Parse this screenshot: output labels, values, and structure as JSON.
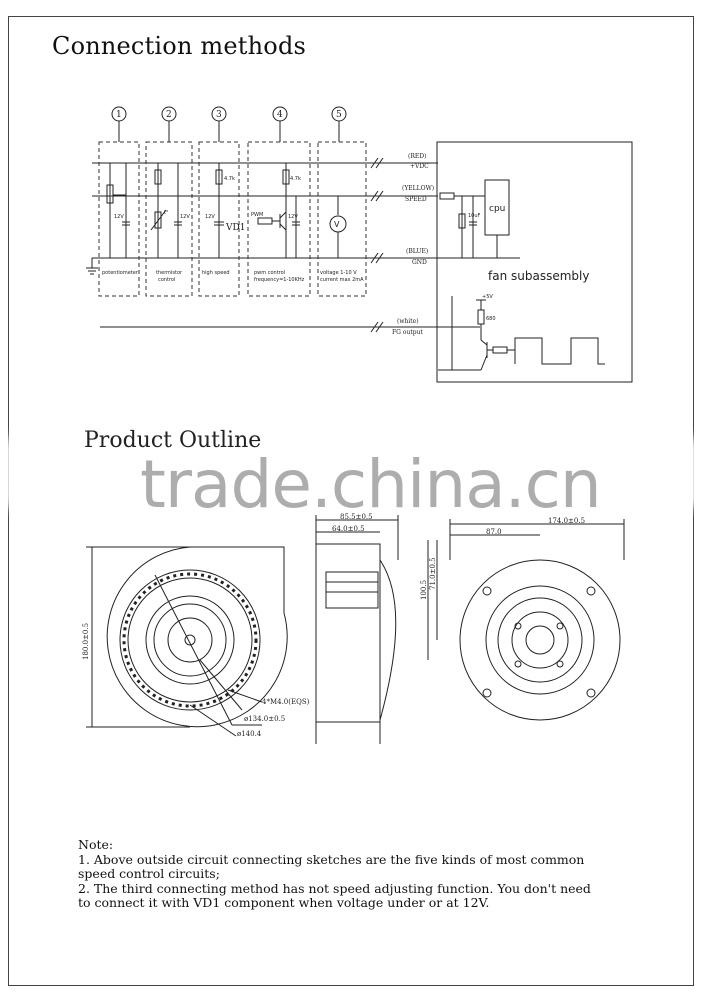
{
  "title": "Connection methods",
  "outline_title": "Product Outline",
  "watermark": "trade.china.cn",
  "circuit": {
    "circle_numbers": [
      "1",
      "2",
      "3",
      "4",
      "5"
    ],
    "box_labels": [
      [
        "potentiometer"
      ],
      [
        "thermistor",
        "control"
      ],
      [
        "high speed"
      ],
      [
        "pwm control",
        "frequency=1-10KHz"
      ],
      [
        "voltage 1-10 V",
        "current max 2mA"
      ]
    ],
    "components": {
      "r_4k7": "4.7k",
      "v12": "12V",
      "vd1": "VD1",
      "pwm": "PWM",
      "temp_sym": "t°",
      "v_meter": "V",
      "cap": "10uF",
      "plus5v": "+5V",
      "r680": "680"
    },
    "wires": [
      {
        "name": "(RED)",
        "signal": "+VDC"
      },
      {
        "name": "(YELLOW)",
        "signal": "SPEED"
      },
      {
        "name": "(BLUE)",
        "signal": "GND"
      },
      {
        "name": "(white)",
        "signal": "FG output"
      }
    ],
    "cpu_label": "cpu",
    "fan_label": "fan subassembly"
  },
  "dimensions": {
    "front_height": "180.0±0.5",
    "holes": "4*M4.0(EQS)",
    "d1": "ø134.0±0.5",
    "d2": "ø140.4",
    "side_w1": "85.5±0.5",
    "side_w2": "64.0±0.5",
    "back_w1": "174.0±0.5",
    "back_w2": "87.0",
    "back_h1": "71.0±0.5",
    "back_h2": "100.5"
  },
  "notes": [
    "Note:",
    "1. Above outside circuit connecting sketches are the five kinds of most common speed control circuits;",
    "2. The third connecting method has not speed adjusting function. You don't need to connect it with VD1 component when voltage under or at 12V."
  ]
}
